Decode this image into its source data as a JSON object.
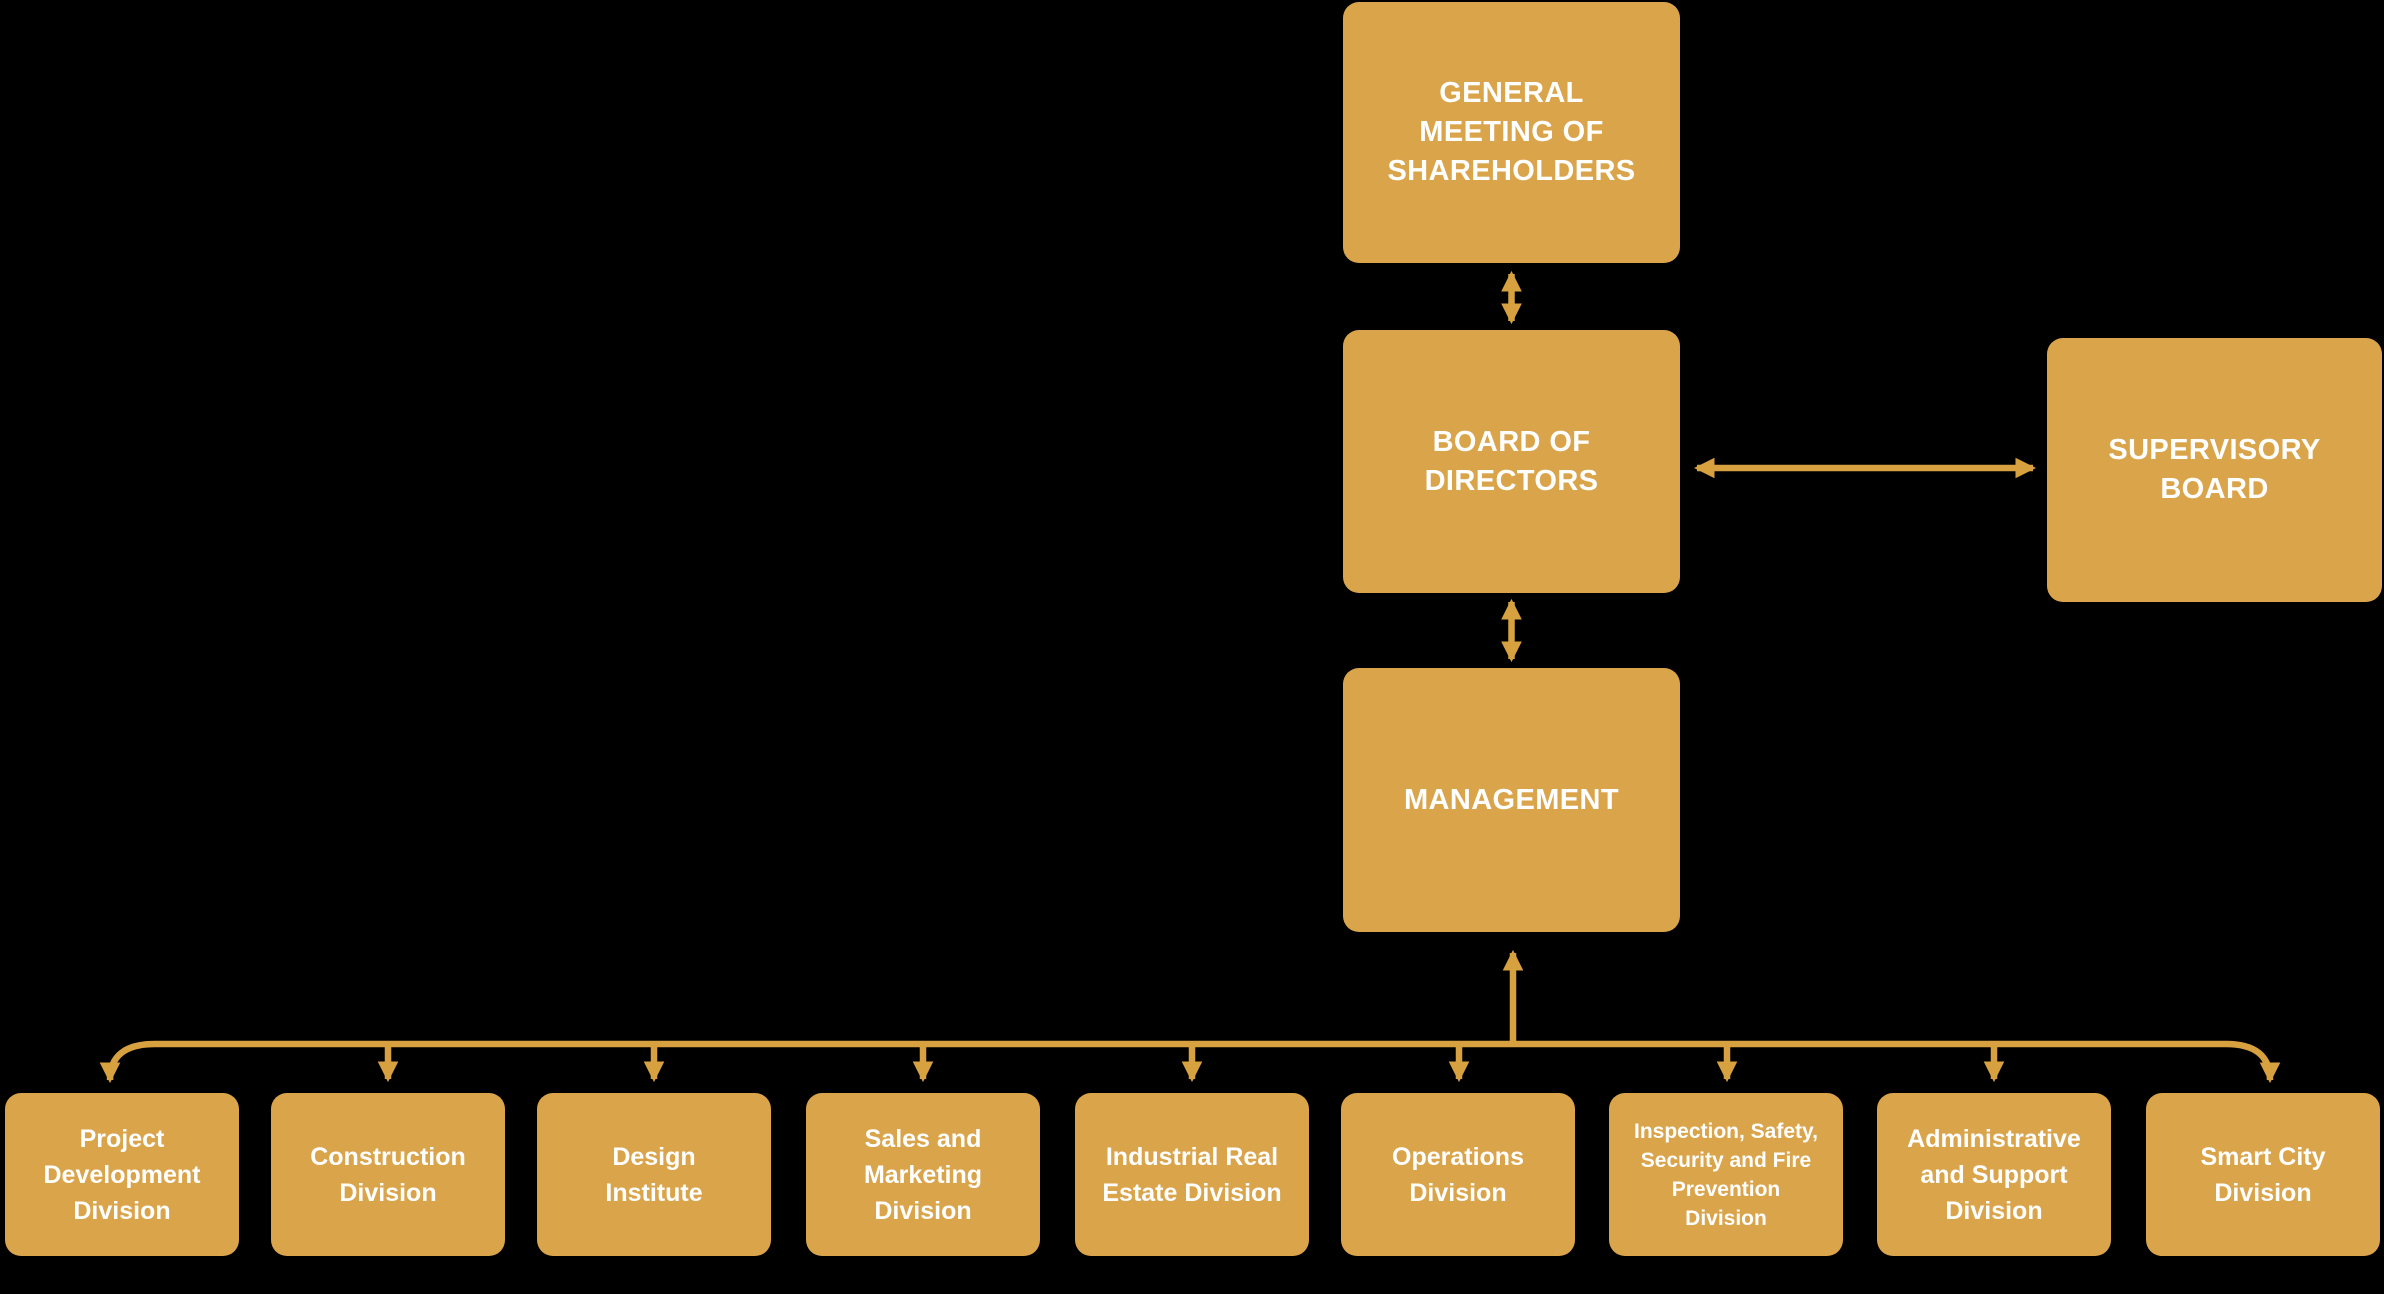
{
  "title": "Corporate governance organizational chart",
  "colors": {
    "background": "#000000",
    "node_fill": "#DAA44B",
    "connector": "#D7A140",
    "text": "#FFFFFF"
  },
  "nodes": {
    "general_meeting": {
      "label": "GENERAL\nMEETING OF\nSHAREHOLDERS"
    },
    "board_of_directors": {
      "label": "BOARD OF\nDIRECTORS"
    },
    "supervisory_board": {
      "label": "SUPERVISORY\nBOARD"
    },
    "management": {
      "label": "MANAGEMENT"
    }
  },
  "divisions": [
    {
      "label": "Project\nDevelopment\nDivision"
    },
    {
      "label": "Construction\nDivision"
    },
    {
      "label": "Design\nInstitute"
    },
    {
      "label": "Sales and\nMarketing\nDivision"
    },
    {
      "label": "Industrial Real\nEstate Division"
    },
    {
      "label": "Operations\nDivision"
    },
    {
      "label": "Inspection, Safety,\nSecurity and Fire\nPrevention\nDivision"
    },
    {
      "label": "Administrative\nand Support\nDivision"
    },
    {
      "label": "Smart City\nDivision"
    }
  ]
}
